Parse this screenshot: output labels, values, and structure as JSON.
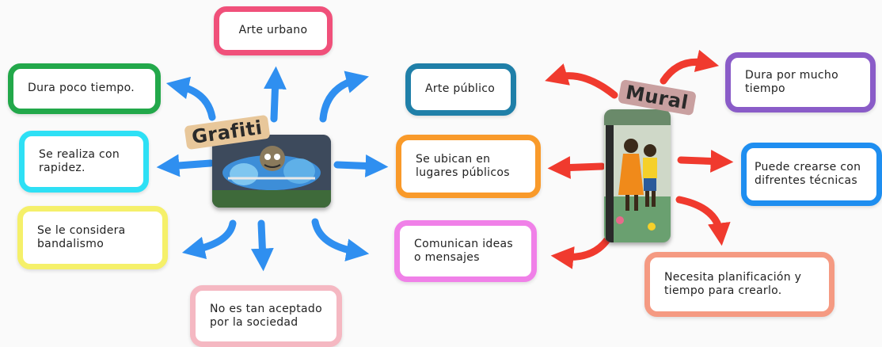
{
  "colors": {
    "blue_arrow": "#2f8ff0",
    "red_arrow": "#f03a2e",
    "arte_urbano": "#f0507a",
    "dura_poco": "#22a84a",
    "se_realiza": "#2ee0f5",
    "bandalismo": "#f5f06a",
    "no_aceptado": "#f5b8c2",
    "arte_publico": "#1f7fa8",
    "lugares": "#f99a2a",
    "comunican": "#f080e8",
    "dura_mucho": "#8a5cc8",
    "tecnicas": "#1e8ef0",
    "planificacion": "#f59a82"
  },
  "grafiti": {
    "title": "Grafiti",
    "branches": {
      "top": "Arte urbano",
      "left_top": "Dura poco tiempo.",
      "left_mid": "Se realiza con\nrapidez.",
      "left_bottom": "Se le considera\nbandalismo",
      "bottom": "No es tan aceptado\npor la sociedad"
    }
  },
  "shared": {
    "top": "Arte público",
    "middle": "Se ubican en\nlugares públicos",
    "bottom": "Comunican ideas\no mensajes"
  },
  "mural": {
    "title": "Mural",
    "branches": {
      "right_top": "Dura por mucho\ntiempo",
      "right_mid": "Puede crearse con\ndifrentes técnicas",
      "right_bottom": "Necesita planificación y\ntiempo para crearlo."
    }
  }
}
